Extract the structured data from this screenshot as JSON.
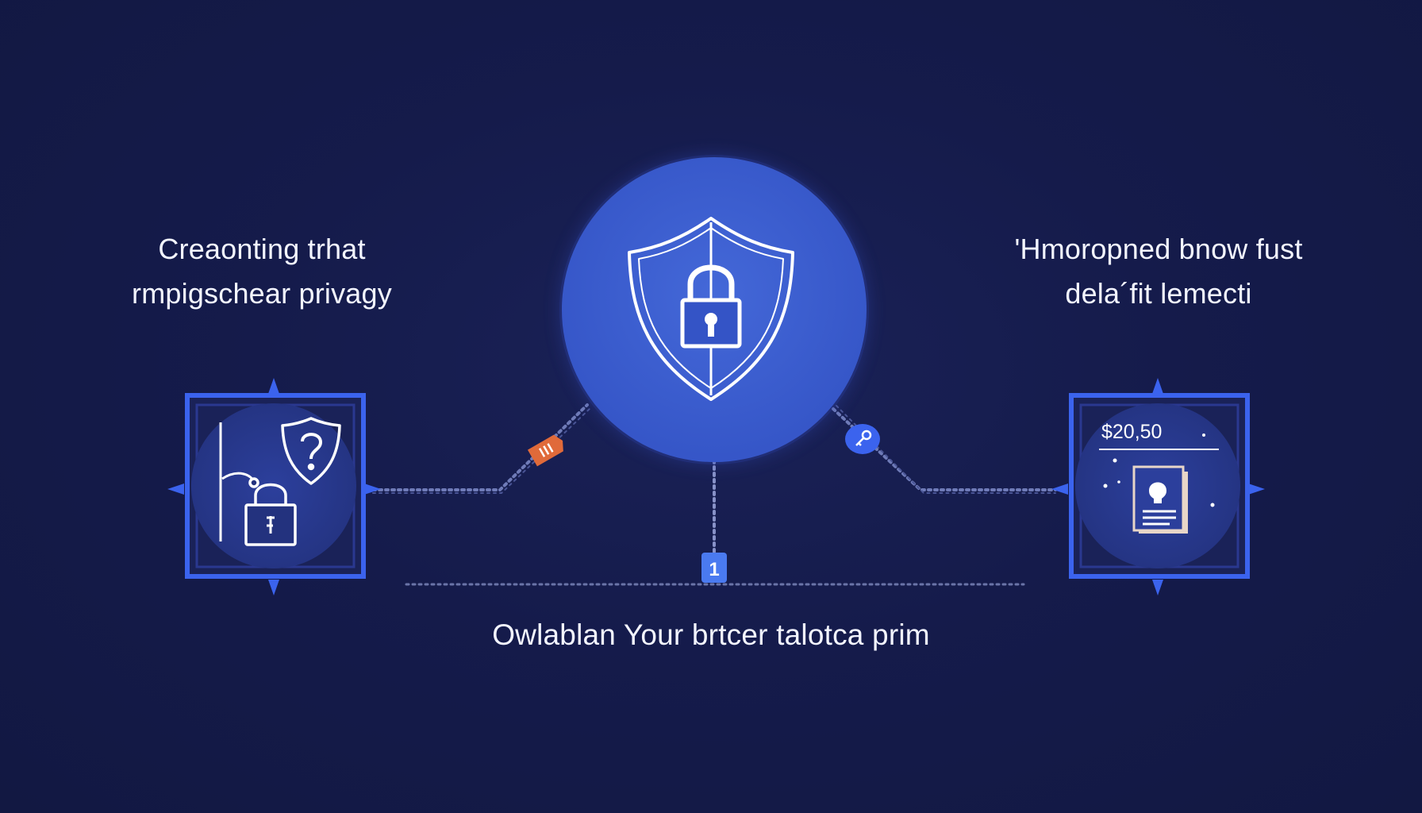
{
  "left_caption": {
    "line1": "Creaonting trhat",
    "line2": "rmpigschear privagy"
  },
  "right_caption": {
    "line1": "'Hmoropned bnow fust",
    "line2": "dela´fit lemecti"
  },
  "bottom_caption": "Owlablan Your brtcer talotca prim",
  "right_node": {
    "price": "$20,50"
  },
  "center_node": {
    "icon": "shield-lock-icon"
  },
  "left_node": {
    "icons": [
      "shield-question-icon",
      "padlock-icon"
    ]
  },
  "connector_badges": {
    "left": "orange-tag-icon",
    "center": "1",
    "right": "key-icon"
  },
  "colors": {
    "background": "#141a47",
    "accent_blue": "#3a5ad4",
    "frame_blue": "#3b63ee",
    "badge_orange": "#e06a3a",
    "text": "#ffffff"
  }
}
